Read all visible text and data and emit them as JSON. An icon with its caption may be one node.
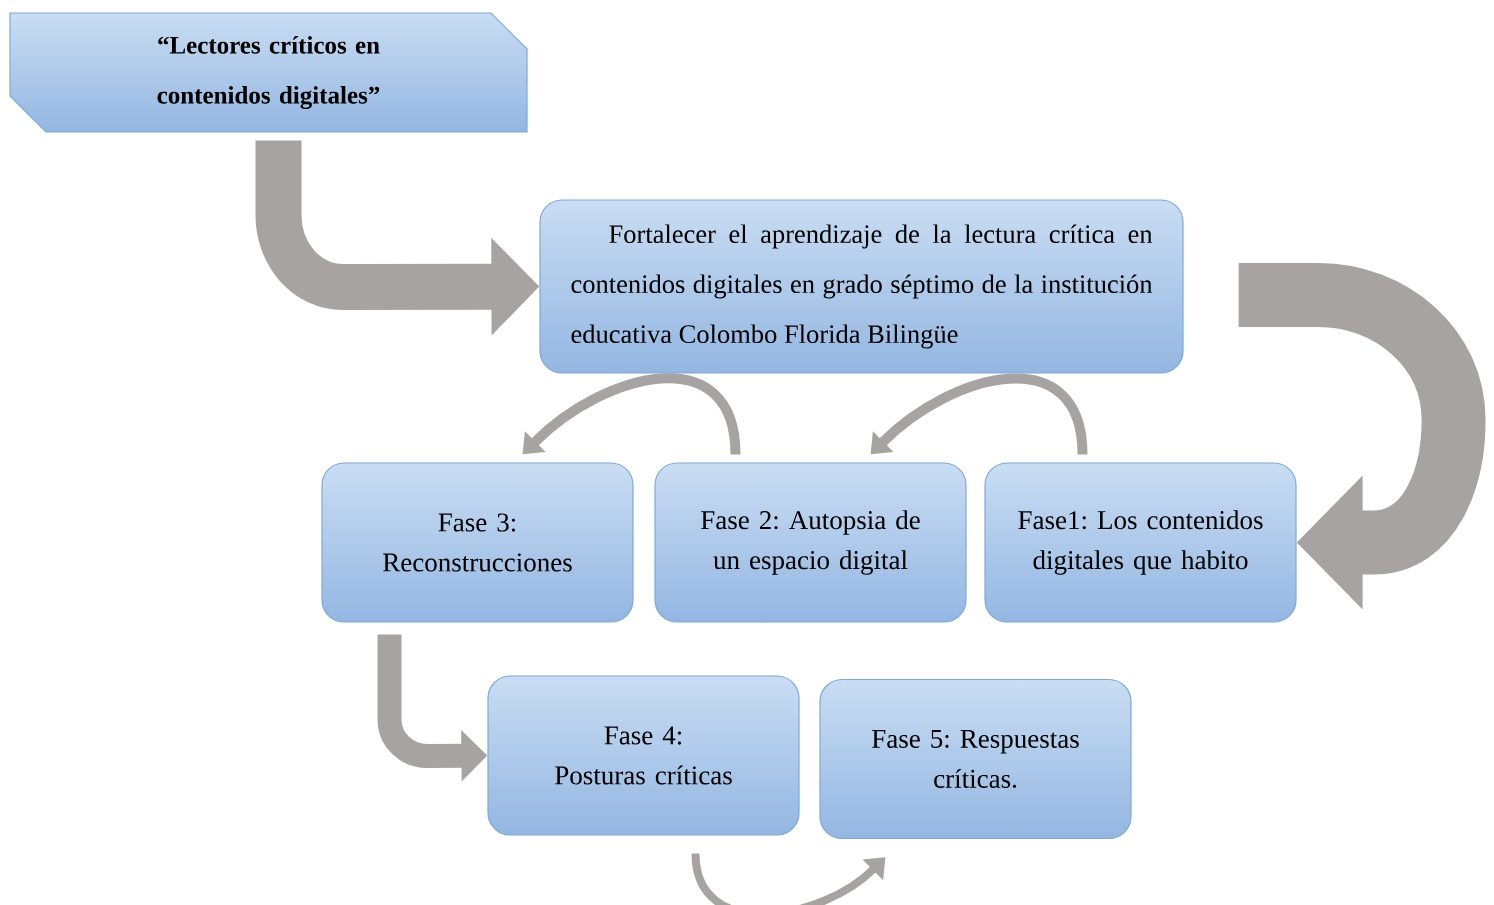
{
  "diagram": {
    "nodes": [
      {
        "text": [
          "“Lectores críticos en contenidos digitales”"
        ]
      },
      {
        "text": [
          "Fortalecer el aprendizaje de la lectura crítica en contenidos digitales en grado séptimo de la institución educativa Colombo Florida Bilingüe"
        ]
      },
      {
        "text": [
          "Fase 3: Reconstrucciones"
        ]
      },
      {
        "text": [
          "Fase 2: Autopsia de un espacio digital"
        ]
      },
      {
        "text": [
          "Fase1: Los contenidos digitales que habito"
        ]
      },
      {
        "text": [
          "Fase 4: Posturas críticas"
        ]
      },
      {
        "text": [
          "Fase 5: Respuestas críticas."
        ]
      }
    ],
    "edges": [
      {
        "from": 0,
        "to": 1,
        "arrow": "to",
        "style": "thick"
      },
      {
        "from": 1,
        "to": 4,
        "arrow": "to",
        "style": "thick"
      },
      {
        "from": 4,
        "to": 3,
        "arrow": "to"
      },
      {
        "from": 3,
        "to": 2,
        "arrow": "to"
      },
      {
        "from": 2,
        "to": 5,
        "arrow": "to",
        "style": "thick"
      },
      {
        "from": 5,
        "to": 6,
        "arrow": "to"
      }
    ]
  }
}
